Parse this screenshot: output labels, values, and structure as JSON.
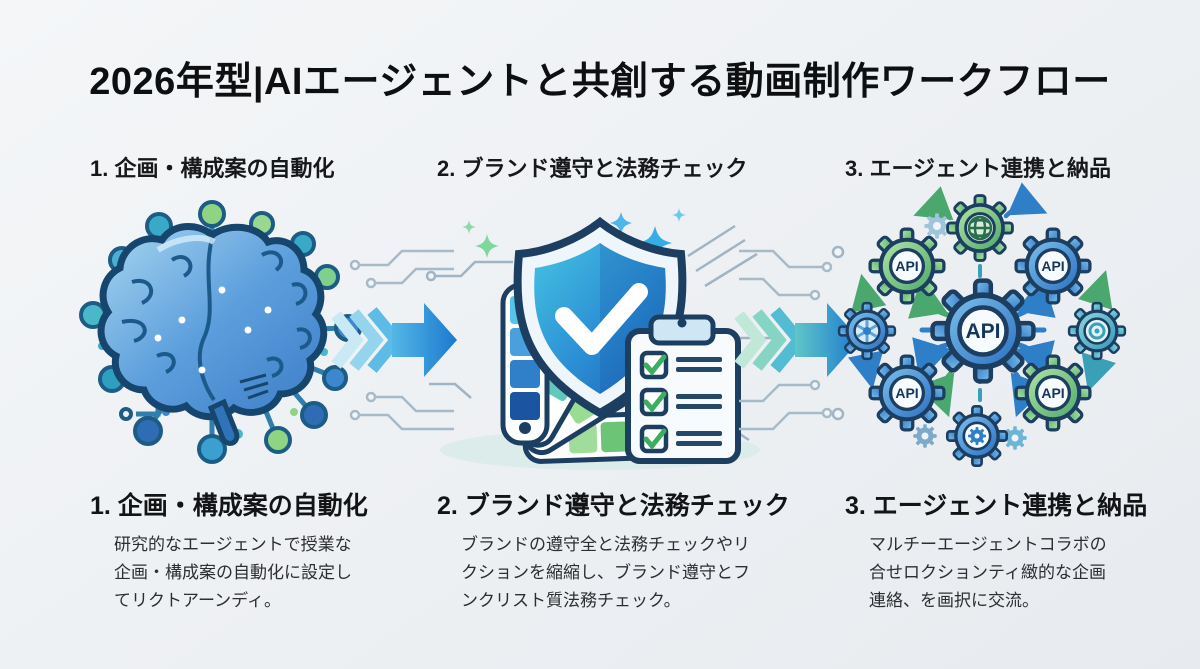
{
  "title": "2026年型|AIエージェントと共創する動画制作ワークフロー",
  "steps_top": [
    {
      "label": "1. 企画・構成案の自動化"
    },
    {
      "label": "2. ブランド遵守と法務チェック"
    },
    {
      "label": "3. エージェント連携と納品"
    }
  ],
  "steps_bottom": [
    {
      "heading": "1. 企画・構成案の自動化",
      "lines": [
        "研究的なエージェントで授業な",
        "企画・構成案の自動化に設定し",
        "てリクトアーンディ。"
      ]
    },
    {
      "heading": "2. ブランド遵守と法務チェック",
      "lines": [
        "ブランドの遵守全と法務チェックやリ",
        "クションを縮縮し、ブランド遵守とフ",
        "ンクリスト質法務チェック。"
      ]
    },
    {
      "heading": "3. エージェント連携と納品",
      "lines": [
        "マルチーエージェントコラボの",
        "合せロクションティ緻的な企画",
        "連絡、を画択に交流。"
      ]
    }
  ],
  "illustrations": {
    "brain": {
      "icon": "ai-brain-network-icon"
    },
    "shield": {
      "icon": "brand-shield-check-icon"
    },
    "gears": {
      "icon": "api-gears-icon",
      "api_label": "API"
    }
  },
  "palette": {
    "primary_blue": "#2b7fd0",
    "teal": "#3aa9c8",
    "green": "#6cc476",
    "navy_outline": "#1c3e60",
    "background": "#edeff2",
    "text": "#141517"
  }
}
